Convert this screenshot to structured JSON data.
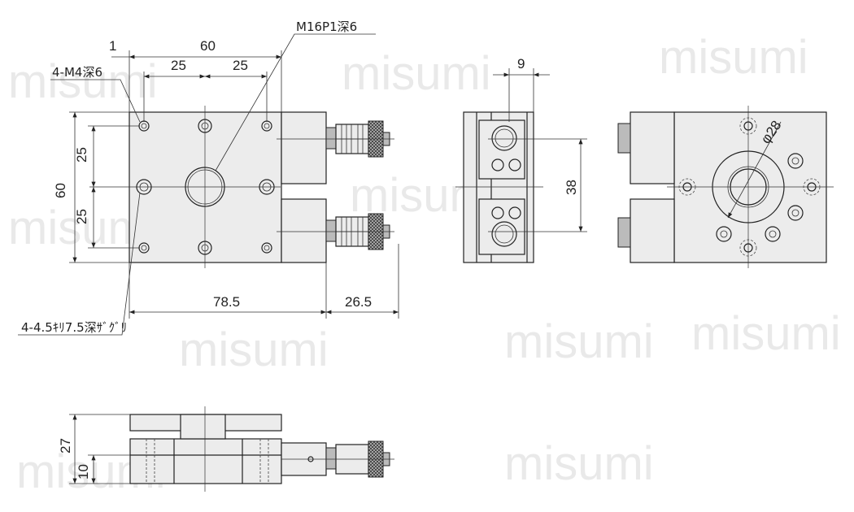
{
  "watermark": {
    "text": "misumi"
  },
  "top_view": {
    "dim_width": "60",
    "dim_offset": "1",
    "dim_hole_pitch_left": "25",
    "dim_hole_pitch_right": "25",
    "dim_height": "60",
    "dim_vpitch_top": "25",
    "dim_vpitch_bottom": "25",
    "dim_length": "78.5",
    "dim_micrometer": "26.5",
    "callout_tapped_holes": "4-M4深6",
    "callout_center_thread": "M16P1深6",
    "callout_counterbore": "4-4.5ｷﾘ7.5深ｻﾞｸﾞﾘ"
  },
  "side_view": {
    "dim_width": "9",
    "dim_pitch": "38"
  },
  "bottom_view": {
    "dim_diameter": "φ28"
  },
  "front_view": {
    "dim_height": "27",
    "dim_base": "10"
  }
}
